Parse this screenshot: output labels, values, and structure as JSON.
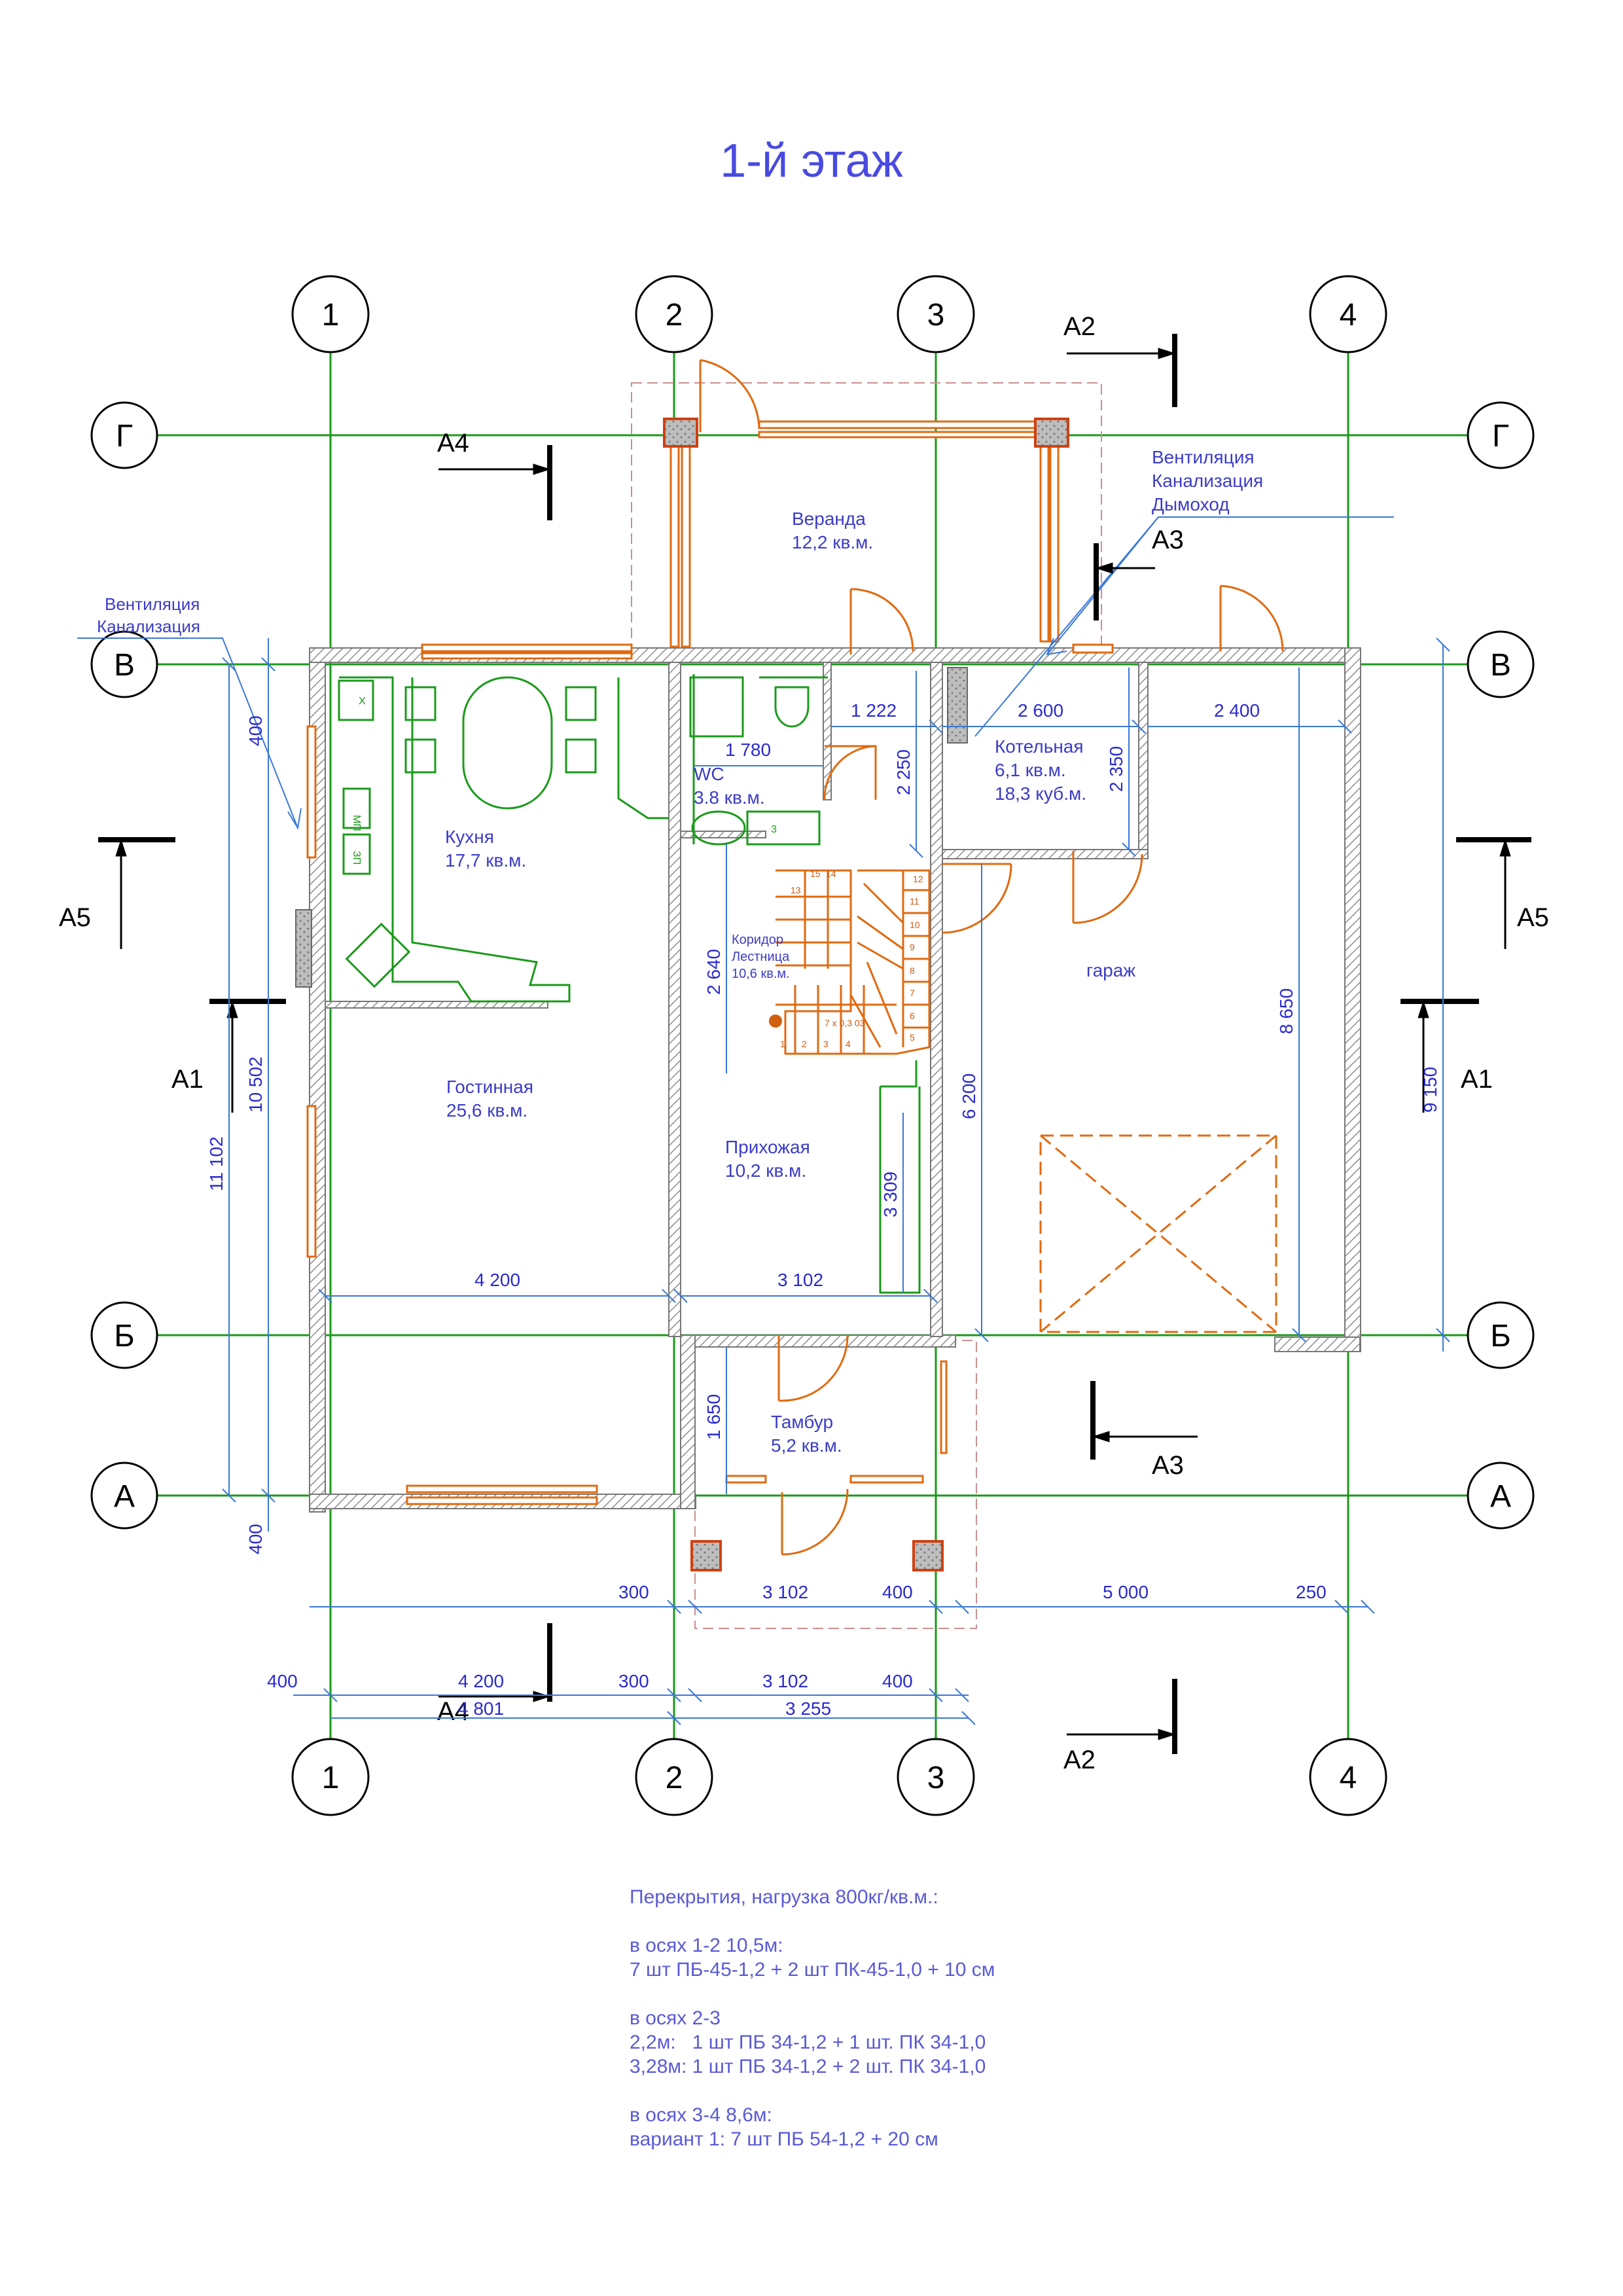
{
  "title": "1-й этаж",
  "axes": {
    "vertical": [
      "1",
      "2",
      "3",
      "4"
    ],
    "horizontal": [
      "Г",
      "В",
      "Б",
      "А"
    ]
  },
  "sections": {
    "a1": "А1",
    "a2": "А2",
    "a3": "А3",
    "a4": "А4",
    "a5": "А5"
  },
  "rooms": {
    "veranda": {
      "name": "Веранда",
      "area": "12,2 кв.м."
    },
    "kitchen": {
      "name": "Кухня",
      "area": "17,7 кв.м."
    },
    "wc": {
      "name": "WC",
      "area": "3.8 кв.м."
    },
    "boiler": {
      "name": "Котельная",
      "area": "6,1 кв.м.",
      "volume": "18,3 куб.м."
    },
    "corridor": {
      "name": "Коридор",
      "sub": "Лестница",
      "area": "10,6 кв.м."
    },
    "garage": {
      "name": "гараж"
    },
    "living": {
      "name": "Гостинная",
      "area": "25,6 кв.м."
    },
    "hall": {
      "name": "Прихожая",
      "area": "10,2 кв.м."
    },
    "tambour": {
      "name": "Тамбур",
      "area": "5,2 кв.м."
    }
  },
  "labels": {
    "vent_right": [
      "Вентиляция",
      "Канализация",
      "Дымоход"
    ],
    "vent_left": [
      "Вентиляция",
      "Канализация"
    ],
    "appliance_x": "Х",
    "appliance_mp": "МП",
    "appliance_zp": "ЗП",
    "appliance_3": "3"
  },
  "stairs": {
    "left_steps": [
      "1",
      "2",
      "3",
      "4",
      "5",
      "6",
      "7",
      "8",
      "9",
      "10",
      "11",
      "12",
      "13",
      "14",
      "15"
    ],
    "right_steps": [
      "1",
      "2",
      "3",
      "4",
      "5",
      "6",
      "7",
      "8",
      "9",
      "10",
      "11",
      "12"
    ],
    "note": "7 х 0,3 03"
  },
  "dimensions": {
    "d1222": "1 222",
    "d2600": "2 600",
    "d2400": "2 400",
    "d1780": "1 780",
    "d2250": "2 250",
    "d2350": "2 350",
    "d2640": "2 640",
    "d8650": "8 650",
    "d6200": "6 200",
    "d3309": "3 309",
    "d4200": "4 200",
    "d3102": "3 102",
    "d1650": "1 650",
    "d400": "400",
    "d10502": "10 502",
    "d11102": "11 102",
    "d9150": "9 150",
    "d300": "300",
    "d5000": "5 000",
    "d250": "250",
    "d4801": "4 801",
    "d3255": "3 255"
  },
  "notes": {
    "line1": "Перекрытия, нагрузка 800кг/кв.м.:",
    "line2": "в осях 1-2 10,5м:",
    "line3": "7 шт ПБ-45-1,2 + 2 шт ПК-45-1,0 + 10 см",
    "line4": "в осях 2-3",
    "line5": "2,2м:   1 шт ПБ 34-1,2 + 1 шт. ПК 34-1,0",
    "line6": "3,28м: 1 шт ПБ 34-1,2 + 2 шт. ПК 34-1,0",
    "line7": "в осях 3-4 8,6м:",
    "line8": "вариант 1: 7 шт ПБ 54-1,2 + 20 см"
  },
  "colors": {
    "axis": "#1a9a1a",
    "dimension": "#3a78d8",
    "wall": "#888888",
    "orange": "#e06a10",
    "text": "#3c3cc8"
  }
}
